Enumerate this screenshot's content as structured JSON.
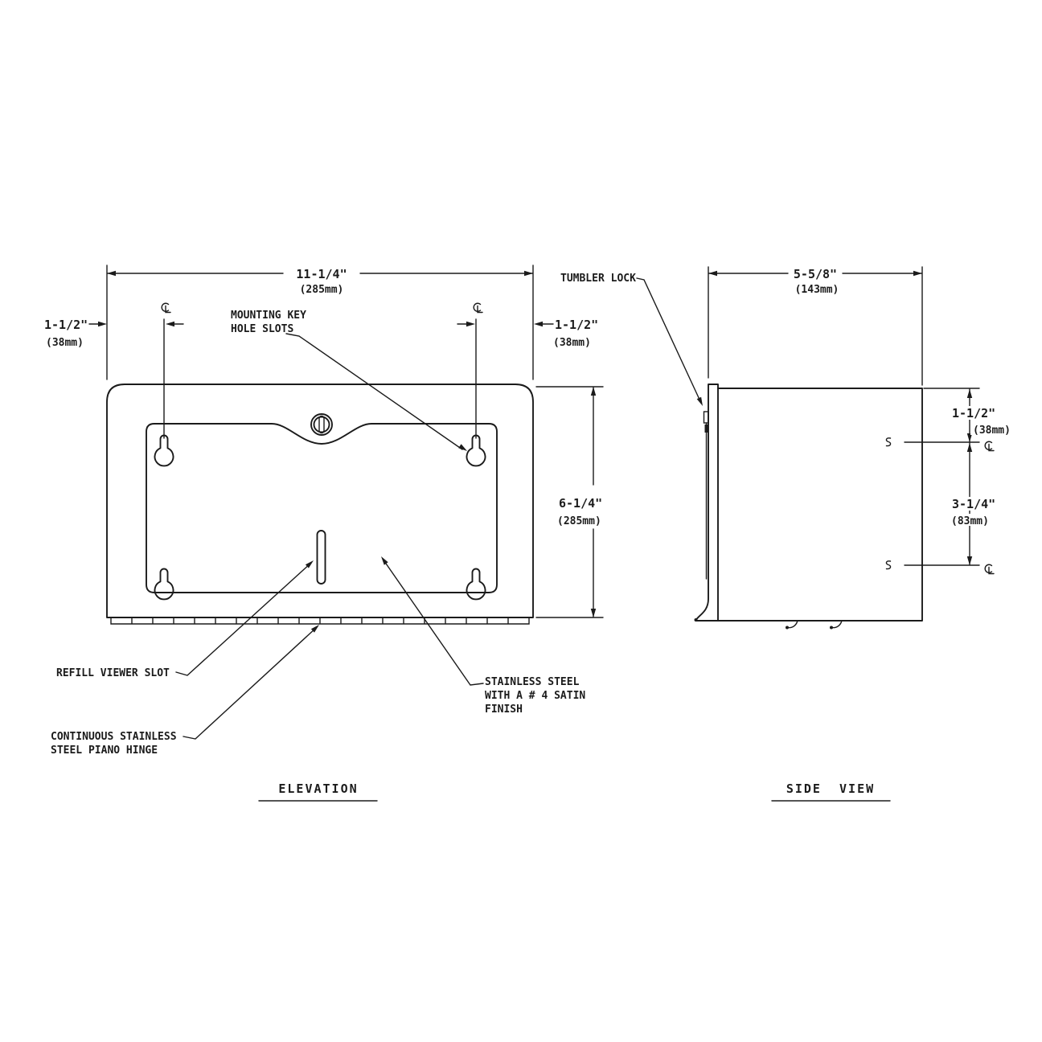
{
  "drawing": {
    "colors": {
      "line": "#1b1b1b",
      "background": "#ffffff"
    },
    "titles": {
      "elevation": "ELEVATION",
      "side_view": "SIDE  VIEW"
    },
    "elevation": {
      "dim_width": {
        "inch": "11-1/4\"",
        "mm": "(285mm)"
      },
      "dim_height": {
        "inch": "6-1/4\"",
        "mm": "(285mm)"
      },
      "dim_left_offset": {
        "inch": "1-1/2\"",
        "mm": "(38mm)"
      },
      "dim_right_offset": {
        "inch": "1-1/2\"",
        "mm": "(38mm)"
      },
      "labels": {
        "mounting_line1": "MOUNTING KEY",
        "mounting_line2": "HOLE SLOTS",
        "refill": "REFILL VIEWER SLOT",
        "hinge_line1": "CONTINUOUS STAINLESS",
        "hinge_line2": "STEEL PIANO HINGE",
        "finish_line1": "STAINLESS STEEL",
        "finish_line2": "WITH A # 4 SATIN",
        "finish_line3": "FINISH"
      }
    },
    "side_view": {
      "dim_depth": {
        "inch": "5-5/8\"",
        "mm": "(143mm)"
      },
      "dim_top_offset": {
        "inch": "1-1/2\"",
        "mm": "(38mm)"
      },
      "dim_hole_span": {
        "inch": "3-1/4\"",
        "mm": "(83mm)"
      },
      "labels": {
        "lock": "TUMBLER LOCK"
      }
    },
    "icons": {
      "centerline": "centerline-symbol",
      "break": "s-break-symbol"
    }
  }
}
